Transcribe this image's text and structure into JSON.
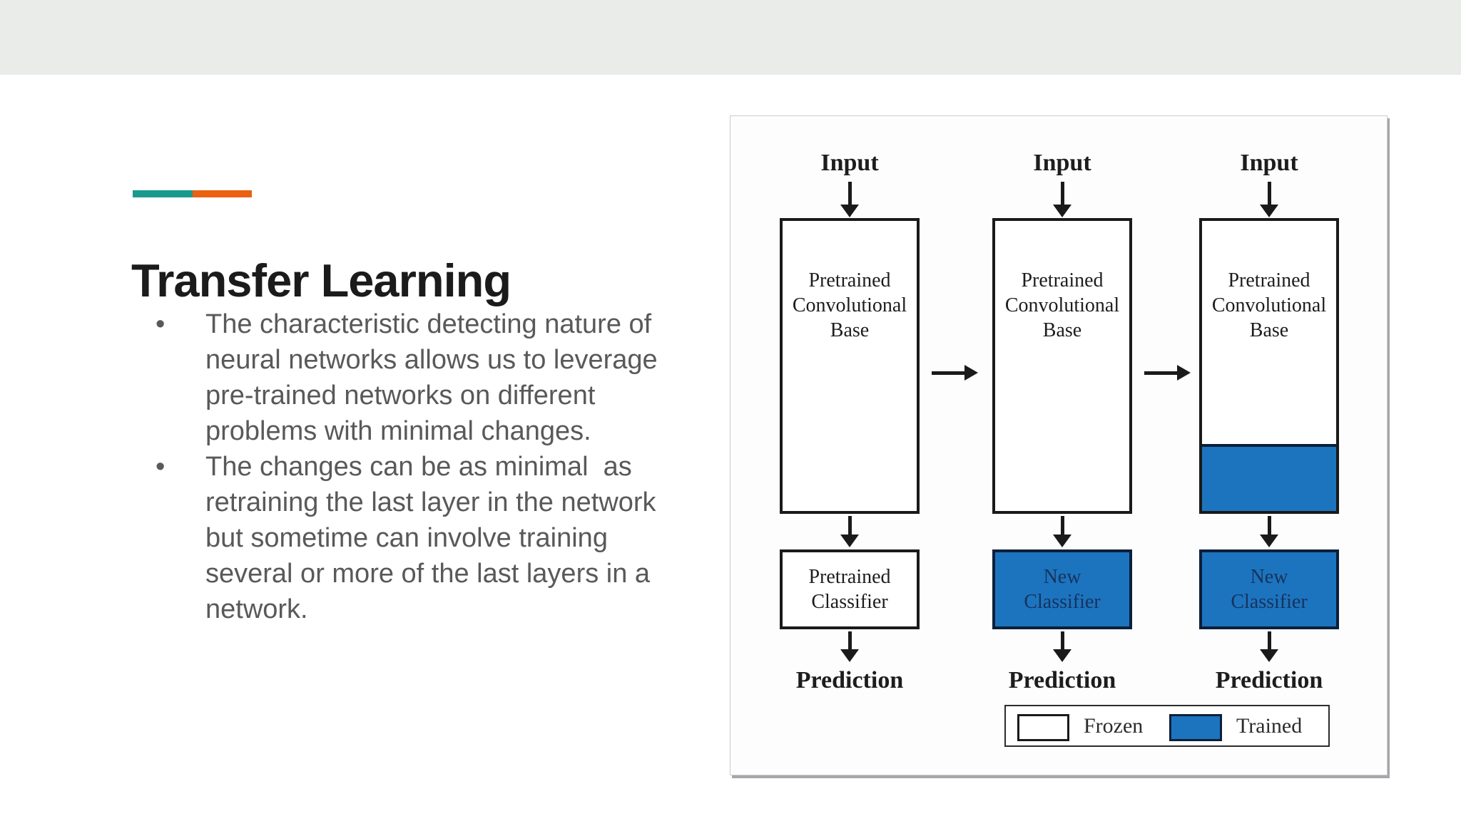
{
  "slide": {
    "title": "Transfer Learning",
    "bullets": [
      "The characteristic detecting nature of\nneural networks allows us to leverage\npre-trained networks on different\nproblems with minimal changes.",
      "The changes can be as minimal  as\nretraining the last layer in the network\nbut sometime can involve training\nseveral or more of the last layers in a\nnetwork."
    ],
    "bullet_marker": "•",
    "colors": {
      "accent_teal": "#1a9a8d",
      "accent_orange": "#ec6011"
    }
  },
  "diagram": {
    "columns": [
      {
        "input": "Input",
        "base": "Pretrained Convolutional Base",
        "classifier": "Pretrained Classifier",
        "classifier_trained": false,
        "base_has_trained_band": false,
        "prediction": "Prediction"
      },
      {
        "input": "Input",
        "base": "Pretrained Convolutional Base",
        "classifier": "New Classifier",
        "classifier_trained": true,
        "base_has_trained_band": false,
        "prediction": "Prediction"
      },
      {
        "input": "Input",
        "base": "Pretrained Convolutional Base",
        "classifier": "New Classifier",
        "classifier_trained": true,
        "base_has_trained_band": true,
        "prediction": "Prediction"
      }
    ],
    "legend": {
      "frozen": "Frozen",
      "trained": "Trained"
    },
    "colors": {
      "trained_blue": "#1c74bf",
      "trained_border": "#0b1f3a",
      "frozen_white": "#ffffff",
      "box_border": "#1a1a1a"
    }
  }
}
